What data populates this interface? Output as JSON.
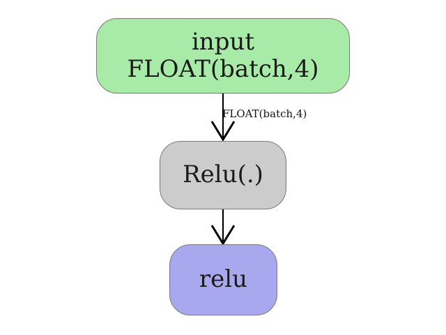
{
  "colors": {
    "input_fill": "#a8eaa8",
    "op_fill": "#cccccc",
    "output_fill": "#a8a8ee",
    "edge": "#000000",
    "border": "#7a7a7a"
  },
  "nodes": {
    "input": {
      "name": "input",
      "type": "FLOAT(batch,4)"
    },
    "relu_op": {
      "label": "Relu(.)"
    },
    "relu_out": {
      "name": "relu"
    }
  },
  "edges": [
    {
      "from": "input",
      "to": "relu_op",
      "label": "FLOAT(batch,4)"
    },
    {
      "from": "relu_op",
      "to": "relu_out",
      "label": ""
    }
  ]
}
